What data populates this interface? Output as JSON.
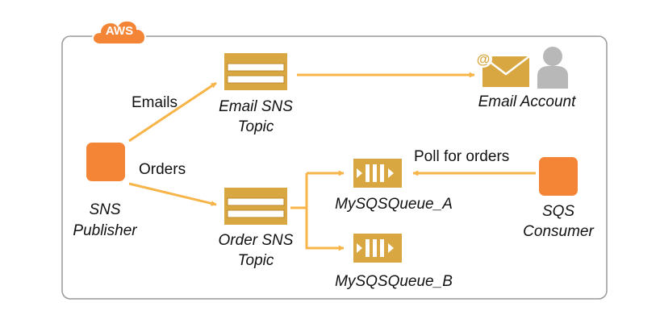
{
  "cloud": {
    "label": "AWS"
  },
  "nodes": {
    "publisher": {
      "line1": "SNS",
      "line2": "Publisher"
    },
    "email_topic": {
      "line1": "Email SNS",
      "line2": "Topic"
    },
    "order_topic": {
      "line1": "Order SNS",
      "line2": "Topic"
    },
    "email_account": {
      "label": "Email Account"
    },
    "queue_a": {
      "label": "MySQSQueue_A"
    },
    "queue_b": {
      "label": "MySQSQueue_B"
    },
    "consumer": {
      "line1": "SQS",
      "line2": "Consumer"
    }
  },
  "edges": {
    "emails": "Emails",
    "orders": "Orders",
    "poll": "Poll for orders"
  },
  "colors": {
    "orange": "#F58536",
    "gold": "#D9A741",
    "arrow": "#F7B448",
    "border": "#9a9a9a",
    "person": "#B8B8B8"
  },
  "icons": {
    "cloud": "aws-cloud-icon",
    "publisher": "orange-square-icon",
    "topic": "sns-topic-icon",
    "queue": "sqs-queue-icon",
    "email": "envelope-icon",
    "user": "user-icon"
  }
}
